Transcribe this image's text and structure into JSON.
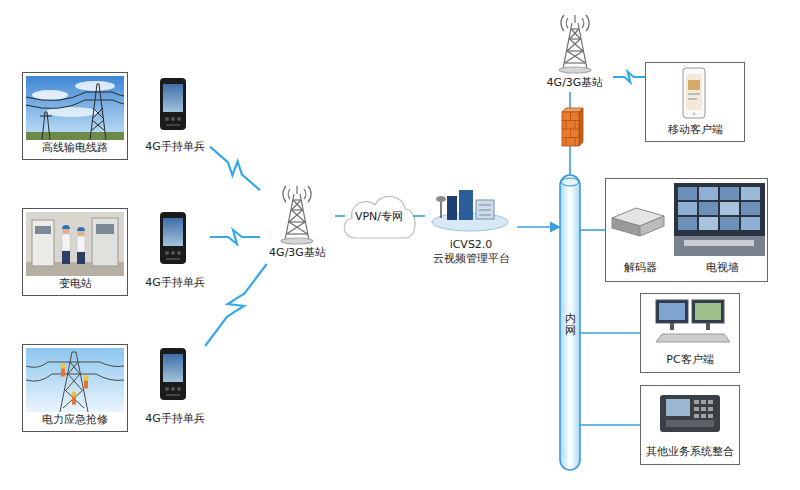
{
  "diagram": {
    "nodes": [
      {
        "text": [
          "高线输电线路"
        ]
      },
      {
        "text": [
          "变电站"
        ]
      },
      {
        "text": [
          "电力应急抢修"
        ]
      },
      {
        "text": [
          "4G手持单兵"
        ]
      },
      {
        "text": [
          "4G手持单兵"
        ]
      },
      {
        "text": [
          "4G手持单兵"
        ]
      },
      {
        "text": [
          "4G/3G基站"
        ]
      },
      {
        "text": [
          "VPN/专网"
        ]
      },
      {
        "text": [
          "iCVS2.0 云视频管理平台"
        ]
      },
      {
        "text": [
          "内网"
        ]
      },
      {
        "text": [
          "4G/3G基站"
        ]
      },
      {
        "text": [
          "移动客户端"
        ]
      },
      {
        "text": [
          "解码器",
          "电视墙"
        ]
      },
      {
        "text": [
          "PC客户端"
        ]
      },
      {
        "text": [
          "其他业务系统整合"
        ]
      }
    ],
    "edges": [
      {
        "from": 3,
        "to": 6,
        "arrow": "none"
      },
      {
        "from": 4,
        "to": 6,
        "arrow": "none"
      },
      {
        "from": 5,
        "to": 6,
        "arrow": "none"
      },
      {
        "from": 6,
        "to": 7,
        "arrow": "none"
      },
      {
        "from": 7,
        "to": 8,
        "arrow": "none"
      },
      {
        "from": 8,
        "to": 9,
        "arrow": "to"
      },
      {
        "from": 11,
        "to": 10,
        "arrow": "none"
      },
      {
        "from": 10,
        "to": 9,
        "arrow": "none"
      },
      {
        "from": 9,
        "to": 12,
        "arrow": "none"
      },
      {
        "from": 9,
        "to": 13,
        "arrow": "none"
      },
      {
        "from": 9,
        "to": 14,
        "arrow": "none"
      }
    ]
  }
}
